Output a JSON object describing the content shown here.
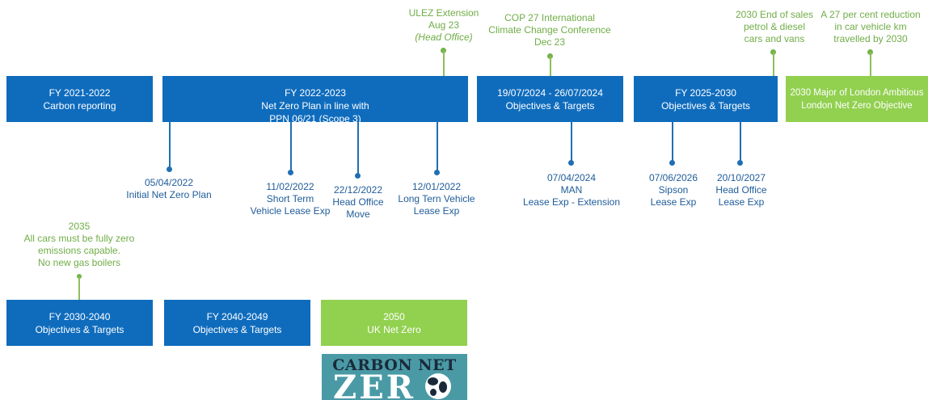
{
  "boxes": {
    "fy2122": {
      "l1": "FY 2021-2022",
      "l2": "Carbon reporting"
    },
    "fy2223": {
      "l1": "FY 2022-2023",
      "l2": "Net Zero Plan in line with",
      "l3": "PPN 06/21 (Scope 3)"
    },
    "y2024": {
      "l1": "19/07/2024 - 26/07/2024",
      "l2": "Objectives & Targets"
    },
    "fy2530": {
      "l1": "FY 2025-2030",
      "l2": "Objectives & Targets"
    },
    "london": {
      "l1": "2030 Major of London Ambitious",
      "l2": "London Net Zero Objective"
    },
    "fy3040": {
      "l1": "FY 2030-2040",
      "l2": "Objectives & Targets"
    },
    "fy4049": {
      "l1": "FY 2040-2049",
      "l2": "Objectives & Targets"
    },
    "y2050": {
      "l1": "2050",
      "l2": "UK Net Zero"
    }
  },
  "top_events": {
    "ulez": {
      "l1": "ULEZ Extension",
      "l2": "Aug 23",
      "l3": "(Head Office)"
    },
    "cop27": {
      "l1": "COP 27 International",
      "l2": "Climate Change Conference",
      "l3": "Dec 23"
    },
    "sales2030": {
      "l1": "2030 End of sales",
      "l2": "petrol & diesel",
      "l3": "cars and vans"
    },
    "car_km": {
      "l1": "A 27 per cent reduction",
      "l2": "in car vehicle km",
      "l3": "travelled by 2030"
    }
  },
  "bottom_events": {
    "e1": {
      "l1": "05/04/2022",
      "l2": "Initial Net Zero Plan"
    },
    "e2": {
      "l1": "11/02/2022",
      "l2": "Short Term",
      "l3": "Vehicle Lease Exp"
    },
    "e3": {
      "l1": "22/12/2022",
      "l2": "Head Office",
      "l3": "Move"
    },
    "e4": {
      "l1": "12/01/2022",
      "l2": "Long Tern Vehicle",
      "l3": "Lease Exp"
    },
    "e5": {
      "l1": "07/04/2024",
      "l2": "MAN",
      "l3": "Lease Exp - Extension"
    },
    "e6": {
      "l1": "07/06/2026",
      "l2": "Sipson",
      "l3": "Lease Exp"
    },
    "e7": {
      "l1": "20/10/2027",
      "l2": "Head Office",
      "l3": "Lease Exp"
    }
  },
  "event2035": {
    "l1": "2035",
    "l2": "All cars must be fully zero",
    "l3": "emissions capable.",
    "l4": "No new gas boilers"
  },
  "logo": {
    "line1": "CARBON NET",
    "line2": "ZER"
  },
  "colors": {
    "blue_box": "#0f6cbd",
    "green_box": "#92d050",
    "blue_text": "#1f5c99",
    "green_text": "#70ad47"
  }
}
